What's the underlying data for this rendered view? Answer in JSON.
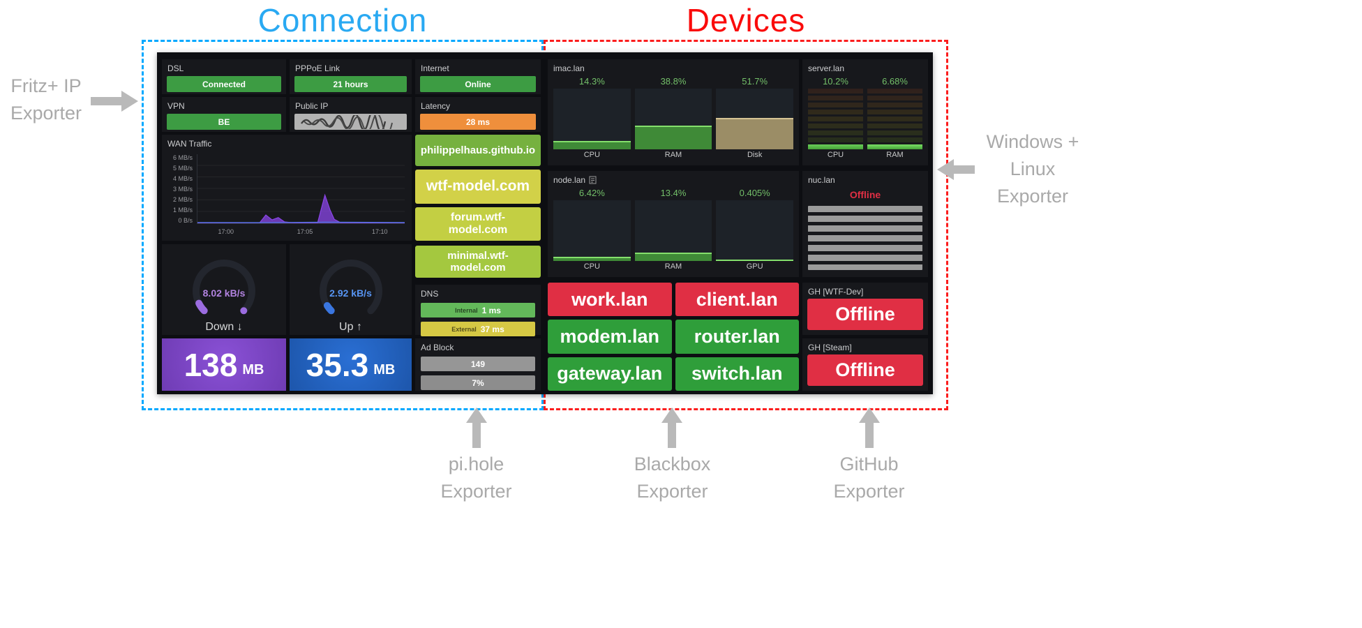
{
  "titles": {
    "connection": "Connection",
    "devices": "Devices"
  },
  "colors": {
    "connection_title": "#29a9f2",
    "devices_title": "#fa0b0b",
    "up_green": "#2f9e3a",
    "down_red": "#e02f44",
    "warn_orange": "#ef8f3c",
    "stat_purple": "#7c46c3",
    "stat_blue": "#2163c0"
  },
  "annotations": {
    "fritz": [
      "Fritz+ IP",
      "Exporter"
    ],
    "windows": [
      "Windows +",
      "Linux",
      "Exporter"
    ],
    "pihole": [
      "pi.hole",
      "Exporter"
    ],
    "blackbox": [
      "Blackbox",
      "Exporter"
    ],
    "github": [
      "GitHub",
      "Exporter"
    ]
  },
  "icons": {
    "fritz_arrow": "arrow-right-icon",
    "windows_arrow": "arrow-left-icon",
    "bottom_arrows": "arrow-up-icon",
    "node_title": "note-icon"
  },
  "connection": {
    "dsl": {
      "label": "DSL",
      "value": "Connected"
    },
    "pppoe": {
      "label": "PPPoE Link",
      "value": "21 hours"
    },
    "internet": {
      "label": "Internet",
      "value": "Online"
    },
    "vpn": {
      "label": "VPN",
      "value": "BE"
    },
    "public_ip": {
      "label": "Public IP",
      "value_redacted": true
    },
    "latency": {
      "label": "Latency",
      "value": "28 ms"
    },
    "wan_traffic": {
      "label": "WAN Traffic"
    },
    "down_gauge": {
      "value": "8.02 kB/s",
      "label": "Down ↓",
      "dash": "7 93"
    },
    "up_gauge": {
      "value": "2.92 kB/s",
      "label": "Up ↑",
      "dash": "5 95"
    },
    "down_total": {
      "value": "138",
      "unit": "MB"
    },
    "up_total": {
      "value": "35.3",
      "unit": "MB"
    },
    "sites": [
      "philippelhaus.github.io",
      "wtf-model.com",
      "forum.wtf-model.com",
      "minimal.wtf-model.com"
    ],
    "dns": {
      "label": "DNS",
      "internal": {
        "name": "Internal",
        "value": "1 ms"
      },
      "external": {
        "name": "External",
        "value": "37 ms"
      }
    },
    "adblock": {
      "label": "Ad Block",
      "blocked": "149",
      "percent": "7%"
    }
  },
  "devices": {
    "imac": {
      "title": "imac.lan",
      "metrics": [
        {
          "label": "CPU",
          "value": "14.3%",
          "pct": 14.3
        },
        {
          "label": "RAM",
          "value": "38.8%",
          "pct": 38.8
        },
        {
          "label": "Disk",
          "value": "51.7%",
          "pct": 51.7
        }
      ]
    },
    "server": {
      "title": "server.lan",
      "metrics": [
        {
          "label": "CPU",
          "value": "10.2%",
          "pct": 12
        },
        {
          "label": "RAM",
          "value": "6.68%",
          "pct": 8
        }
      ]
    },
    "node": {
      "title": "node.lan",
      "metrics": [
        {
          "label": "CPU",
          "value": "6.42%",
          "pct": 6.5
        },
        {
          "label": "RAM",
          "value": "13.4%",
          "pct": 13.4
        },
        {
          "label": "GPU",
          "value": "0.405%",
          "pct": 1.2
        }
      ]
    },
    "nuc": {
      "title": "nuc.lan",
      "status": "Offline"
    },
    "hosts": [
      {
        "name": "work.lan",
        "status": "down"
      },
      {
        "name": "client.lan",
        "status": "down"
      },
      {
        "name": "modem.lan",
        "status": "up"
      },
      {
        "name": "router.lan",
        "status": "up"
      },
      {
        "name": "gateway.lan",
        "status": "up"
      },
      {
        "name": "switch.lan",
        "status": "up"
      }
    ],
    "gh_wtf": {
      "label": "GH [WTF-Dev]",
      "value": "Offline"
    },
    "gh_steam": {
      "label": "GH [Steam]",
      "value": "Offline"
    }
  },
  "chart_data": {
    "type": "area",
    "title": "WAN Traffic",
    "ylabel": "",
    "xlabel": "",
    "ylim_mbps": [
      0,
      6
    ],
    "y_ticks": [
      "6 MB/s",
      "5 MB/s",
      "4 MB/s",
      "3 MB/s",
      "2 MB/s",
      "1 MB/s",
      "0 B/s"
    ],
    "x_ticks": [
      "17:00",
      "17:05",
      "17:10"
    ],
    "x_tick_pos_pct": [
      14,
      52,
      88
    ],
    "series": [
      {
        "name": "Download",
        "color": "#8b45e8",
        "fill": true,
        "points": [
          [
            0,
            0.03
          ],
          [
            0.3,
            0.04
          ],
          [
            0.33,
            0.72
          ],
          [
            0.36,
            0.3
          ],
          [
            0.39,
            0.5
          ],
          [
            0.42,
            0.12
          ],
          [
            0.46,
            0.05
          ],
          [
            0.58,
            0.05
          ],
          [
            0.615,
            2.45
          ],
          [
            0.64,
            1.15
          ],
          [
            0.66,
            0.35
          ],
          [
            0.69,
            0.06
          ],
          [
            1,
            0.03
          ]
        ]
      },
      {
        "name": "Upload",
        "color": "#4d79e0",
        "fill": false,
        "points": [
          [
            0,
            0.07
          ],
          [
            0.3,
            0.06
          ],
          [
            0.62,
            0.1
          ],
          [
            1,
            0.07
          ]
        ]
      }
    ]
  }
}
